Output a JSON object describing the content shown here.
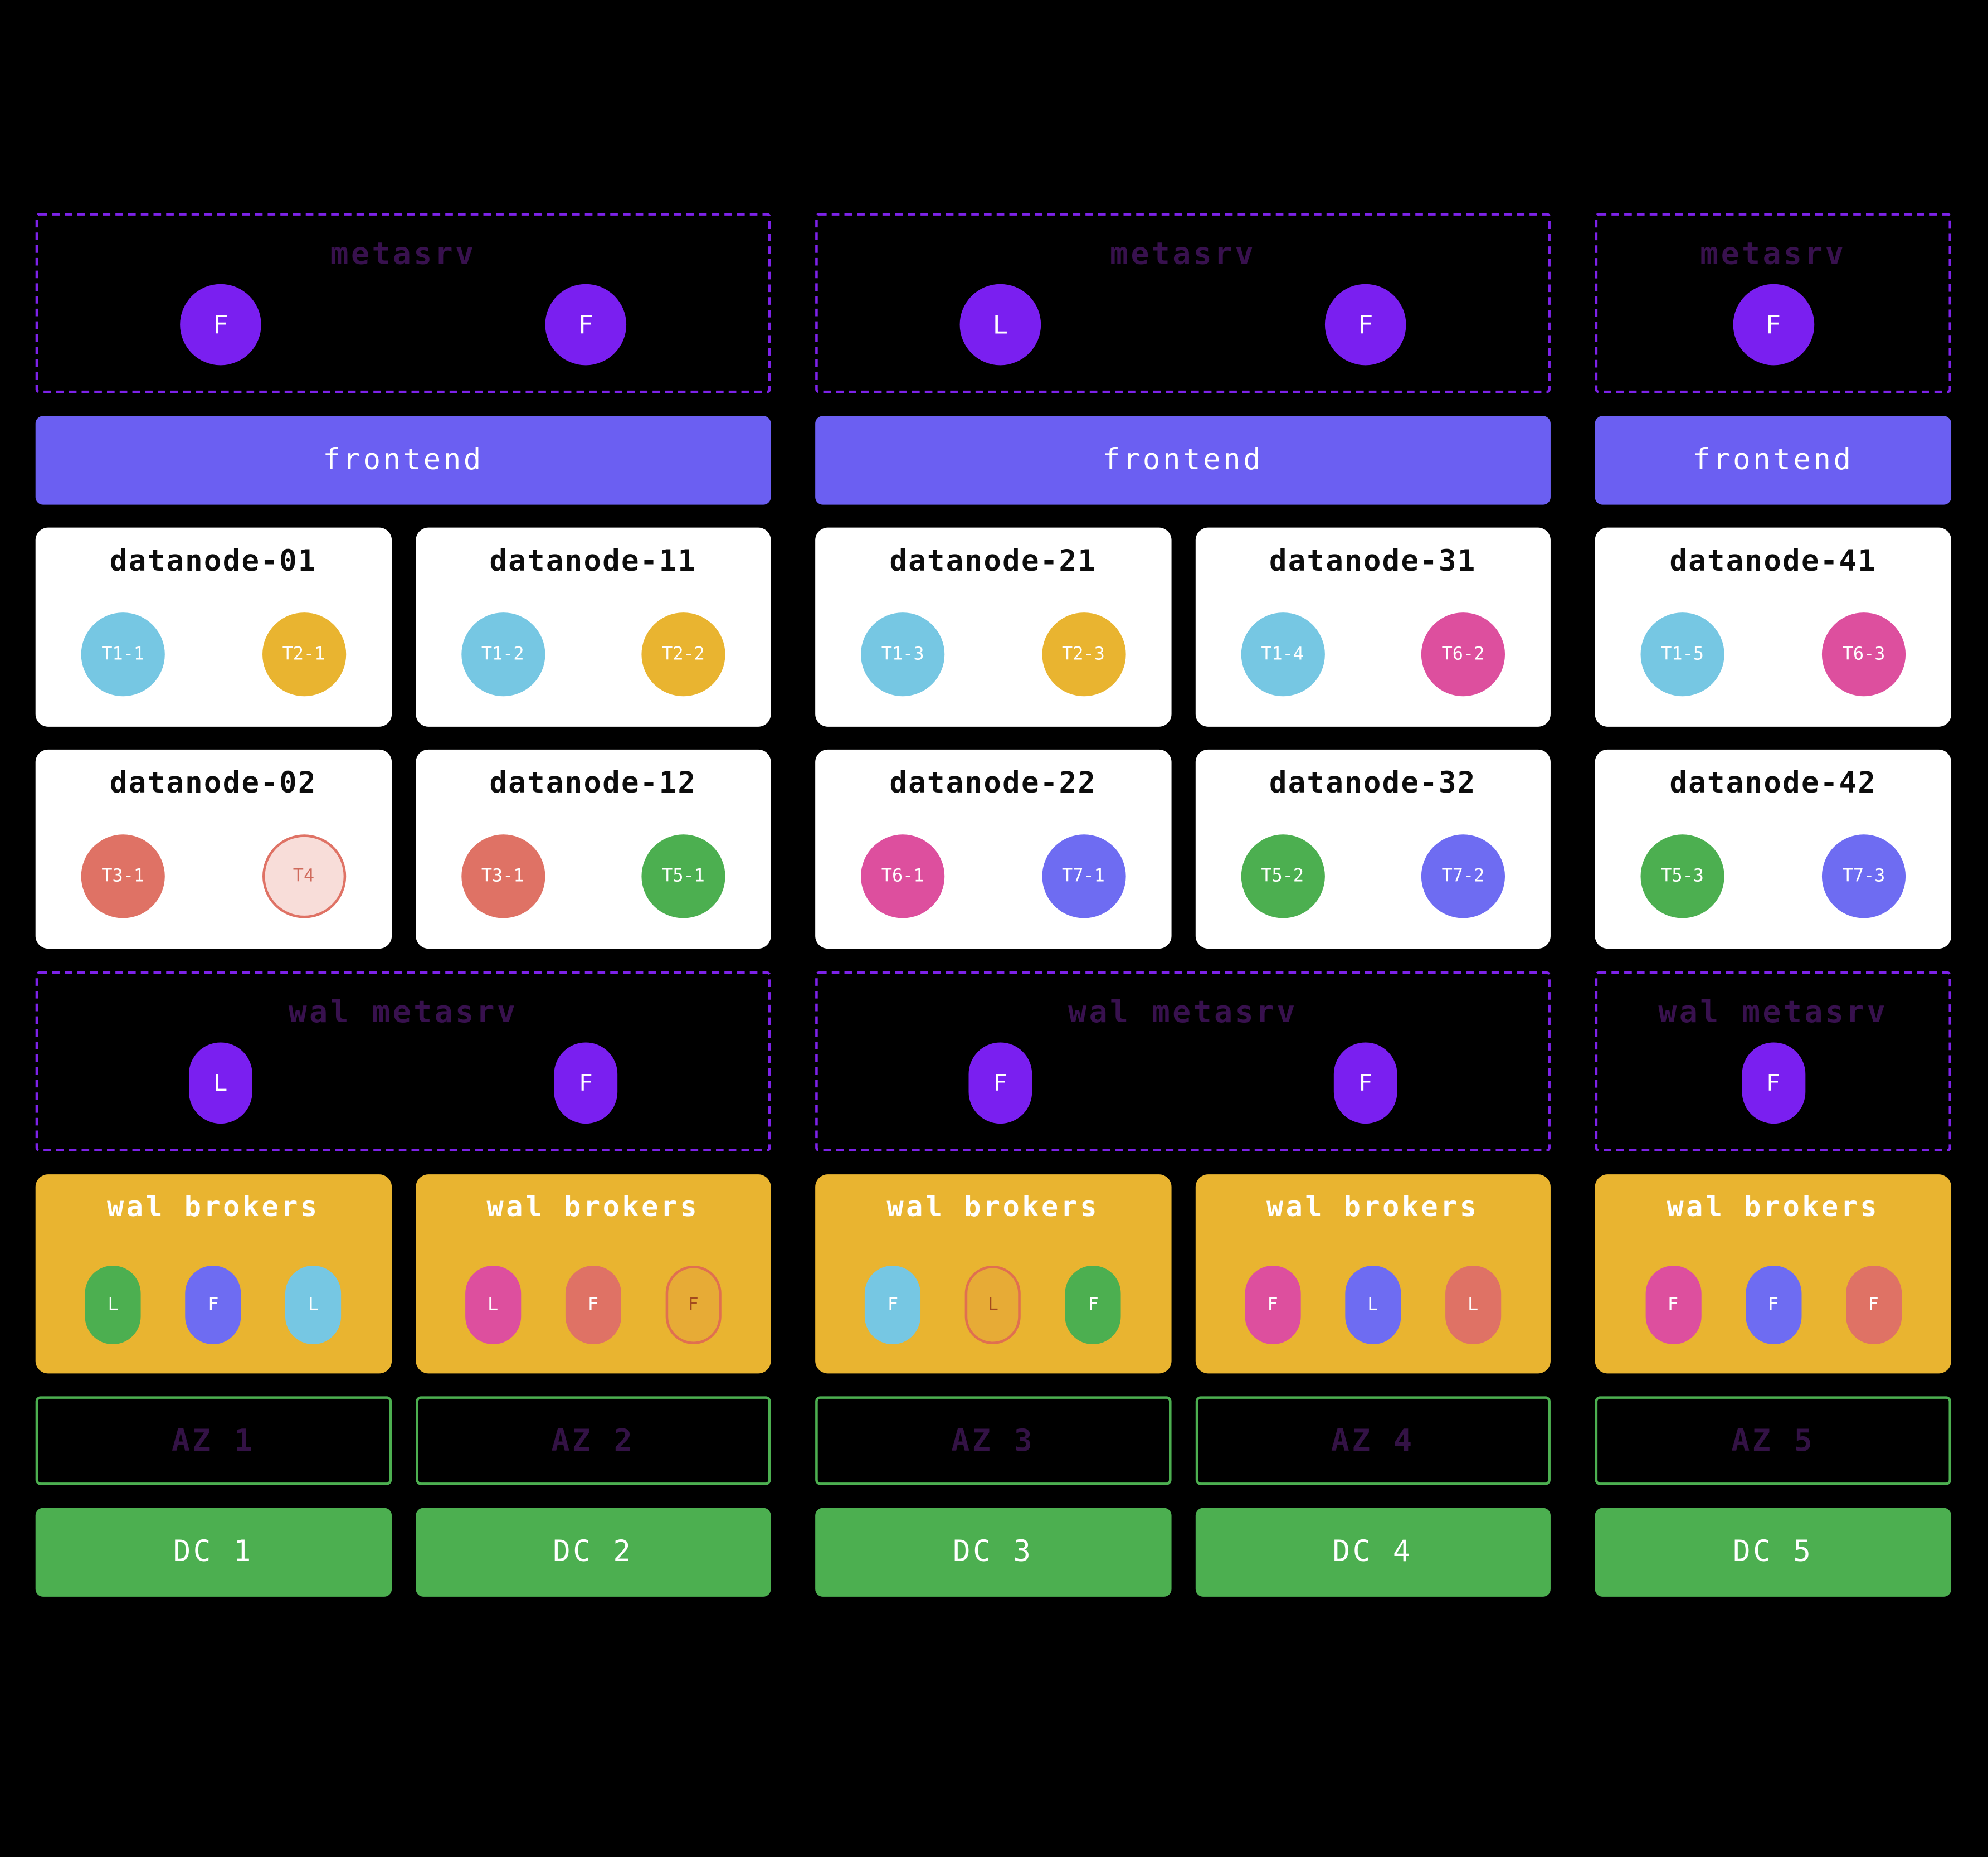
{
  "colors": {
    "background": "#000000",
    "dashed_border": "#7d22e8",
    "metasrv_node": "#7a1ff0",
    "frontend_bar": "#6b5ff2",
    "broker_box": "#e9b430",
    "green": "#4caf50",
    "cyan": "#76c7e3",
    "yellow": "#e9b430",
    "pink": "#dd4f9e",
    "salmon": "#df7265",
    "indigo": "#6e6cf2",
    "dim_label": "#38114e",
    "card_bg": "#ffffff"
  },
  "metasrv": [
    {
      "title": "metasrv",
      "nodes": [
        "F",
        "F"
      ]
    },
    {
      "title": "metasrv",
      "nodes": [
        "L",
        "F"
      ]
    },
    {
      "title": "metasrv",
      "nodes": [
        "F"
      ]
    }
  ],
  "frontend": [
    {
      "label": "frontend"
    },
    {
      "label": "frontend"
    },
    {
      "label": "frontend"
    }
  ],
  "datanodes": {
    "row1": [
      {
        "name": "datanode-01",
        "regions": [
          {
            "id": "T1-1",
            "color": "#76c7e3"
          },
          {
            "id": "T2-1",
            "color": "#e9b430"
          }
        ]
      },
      {
        "name": "datanode-11",
        "regions": [
          {
            "id": "T1-2",
            "color": "#76c7e3"
          },
          {
            "id": "T2-2",
            "color": "#e9b430"
          }
        ]
      },
      {
        "name": "datanode-21",
        "regions": [
          {
            "id": "T1-3",
            "color": "#76c7e3"
          },
          {
            "id": "T2-3",
            "color": "#e9b430"
          }
        ]
      },
      {
        "name": "datanode-31",
        "regions": [
          {
            "id": "T1-4",
            "color": "#76c7e3"
          },
          {
            "id": "T6-2",
            "color": "#dd4f9e"
          }
        ]
      },
      {
        "name": "datanode-41",
        "regions": [
          {
            "id": "T1-5",
            "color": "#76c7e3"
          },
          {
            "id": "T6-3",
            "color": "#dd4f9e"
          }
        ]
      }
    ],
    "row2": [
      {
        "name": "datanode-02",
        "regions": [
          {
            "id": "T3-1",
            "color": "#df7265"
          },
          {
            "id": "T4",
            "color": "#f8ddd9"
          }
        ]
      },
      {
        "name": "datanode-12",
        "regions": [
          {
            "id": "T3-1",
            "color": "#df7265"
          },
          {
            "id": "T5-1",
            "color": "#4caf50"
          }
        ]
      },
      {
        "name": "datanode-22",
        "regions": [
          {
            "id": "T6-1",
            "color": "#dd4f9e"
          },
          {
            "id": "T7-1",
            "color": "#6e6cf2"
          }
        ]
      },
      {
        "name": "datanode-32",
        "regions": [
          {
            "id": "T5-2",
            "color": "#4caf50"
          },
          {
            "id": "T7-2",
            "color": "#6e6cf2"
          }
        ]
      },
      {
        "name": "datanode-42",
        "regions": [
          {
            "id": "T5-3",
            "color": "#4caf50"
          },
          {
            "id": "T7-3",
            "color": "#6e6cf2"
          }
        ]
      }
    ]
  },
  "wal_metasrv": [
    {
      "title": "wal metasrv",
      "nodes": [
        "L",
        "F"
      ]
    },
    {
      "title": "wal metasrv",
      "nodes": [
        "F",
        "F"
      ]
    },
    {
      "title": "wal metasrv",
      "nodes": [
        "F"
      ]
    }
  ],
  "wal_brokers": [
    {
      "title": "wal brokers",
      "partitions": [
        {
          "label": "L",
          "color": "#4caf50"
        },
        {
          "label": "F",
          "color": "#6e6cf2"
        },
        {
          "label": "L",
          "color": "#76c7e3"
        }
      ]
    },
    {
      "title": "wal brokers",
      "partitions": [
        {
          "label": "L",
          "color": "#dd4f9e"
        },
        {
          "label": "F",
          "color": "#df7265"
        },
        {
          "label": "F",
          "color": "#e7ab36"
        }
      ]
    },
    {
      "title": "wal brokers",
      "partitions": [
        {
          "label": "F",
          "color": "#76c7e3"
        },
        {
          "label": "L",
          "color": "#e7ab36"
        },
        {
          "label": "F",
          "color": "#4caf50"
        }
      ]
    },
    {
      "title": "wal brokers",
      "partitions": [
        {
          "label": "F",
          "color": "#dd4f9e"
        },
        {
          "label": "L",
          "color": "#6e6cf2"
        },
        {
          "label": "L",
          "color": "#df7265"
        }
      ]
    },
    {
      "title": "wal brokers",
      "partitions": [
        {
          "label": "F",
          "color": "#dd4f9e"
        },
        {
          "label": "F",
          "color": "#6e6cf2"
        },
        {
          "label": "F",
          "color": "#df7265"
        }
      ]
    }
  ],
  "azs": [
    {
      "label": "AZ 1"
    },
    {
      "label": "AZ 2"
    },
    {
      "label": "AZ 3"
    },
    {
      "label": "AZ 4"
    },
    {
      "label": "AZ 5"
    }
  ],
  "dcs": [
    {
      "label": "DC 1"
    },
    {
      "label": "DC 2"
    },
    {
      "label": "DC 3"
    },
    {
      "label": "DC 4"
    },
    {
      "label": "DC 5"
    }
  ]
}
